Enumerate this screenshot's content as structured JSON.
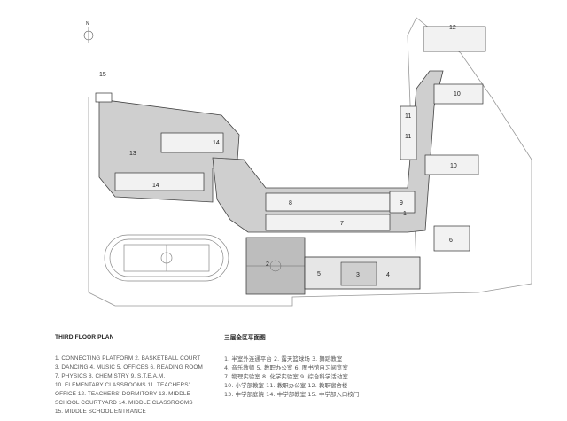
{
  "plan_labels": {
    "n1": "1",
    "n2": "2",
    "n3": "3",
    "n4": "4",
    "n5": "5",
    "n6": "6",
    "n7": "7",
    "n8": "8",
    "n9": "9",
    "n10a": "10",
    "n10b": "10",
    "n11a": "11",
    "n11b": "11",
    "n12": "12",
    "n13": "13",
    "n14a": "14",
    "n14b": "14",
    "n15": "15"
  },
  "north_arrow_label": "N",
  "legend_en": {
    "title": "THIRD FLOOR PLAN",
    "lines": [
      "1. CONNECTING PLATFORM  2. BASKETBALL COURT",
      "3. DANCING  4. MUSIC  5. OFFICES  6. READING ROOM",
      "7. PHYSICS  8. CHEMISTRY  9. S.T.E.A.M.",
      "10. ELEMENTARY CLASSROOMS  11. TEACHERS'",
      "OFFICE  12. TEACHERS' DORMITORY  13. MIDDLE",
      "SCHOOL COURTYARD  14. MIDDLE CLASSROOMS",
      "15. MIDDLE SCHOOL ENTRANCE"
    ]
  },
  "legend_cn": {
    "title": "三层全区平面图",
    "lines": [
      "1. 半室外连通平台  2. 露天篮球场  3. 舞蹈教室",
      "4. 音乐教师  5. 教职办公室  6. 图书馆自习阅览室",
      "7. 物理实验室  8. 化学实验室  9. 综合科学活动室",
      "10. 小学部教室  11. 教职办公室  12. 教职宿舍楼",
      "13. 中学部庭院  14. 中学部教室  15. 中学部入口校门"
    ]
  }
}
